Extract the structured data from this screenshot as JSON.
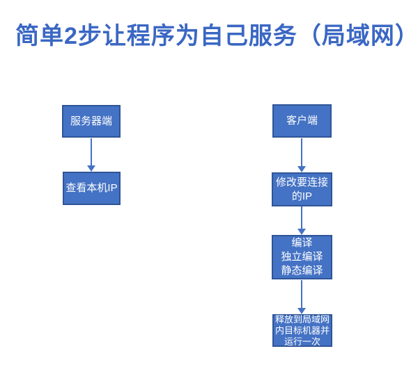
{
  "title": "简单2步让程序为自己服务（局域网）",
  "colors": {
    "title_text": "#3a67c3",
    "box_fill": "#4472c4",
    "box_border": "#2f5597",
    "box_text": "#ffffff",
    "arrow": "#4472c4",
    "background": "#ffffff"
  },
  "flowchart": {
    "server_flow": {
      "steps": [
        {
          "label": "服务器端"
        },
        {
          "label": "查看本机IP"
        }
      ]
    },
    "client_flow": {
      "steps": [
        {
          "label": "客户端"
        },
        {
          "label": "修改要连接\n的IP"
        },
        {
          "label": "编译\n独立编译\n静态编译"
        },
        {
          "label": "释放到局域网\n内目标机器并\n运行一次"
        }
      ]
    }
  }
}
